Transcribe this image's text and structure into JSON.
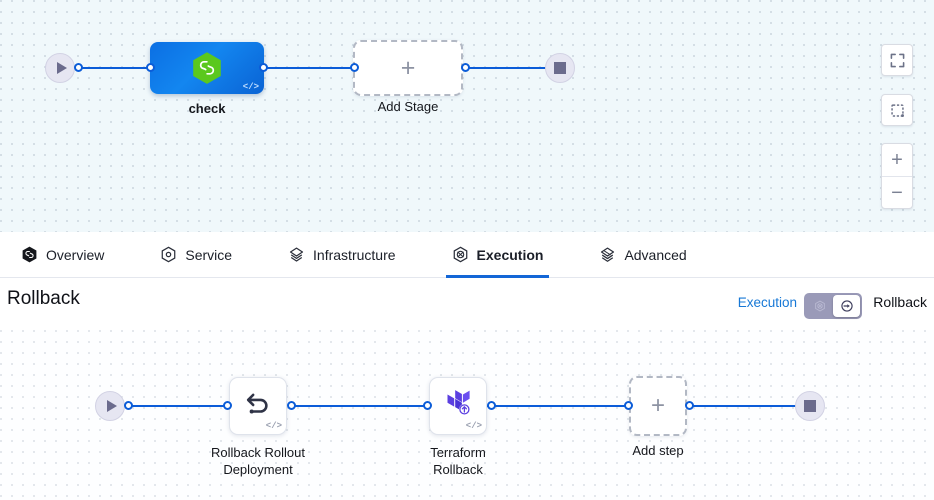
{
  "top_pipeline": {
    "start_node": {
      "name": "pipeline-start",
      "icon": "play-icon"
    },
    "end_node": {
      "name": "pipeline-end",
      "icon": "stop-icon"
    },
    "stages": [
      {
        "label": "check",
        "icon": "harness-hexagon-icon",
        "badge": "</>",
        "type": "stage"
      },
      {
        "label": "Add Stage",
        "icon": "plus-icon",
        "type": "add"
      }
    ]
  },
  "toolbar": {
    "buttons": [
      {
        "name": "fullscreen-button",
        "icon": "expand-corners-icon"
      },
      {
        "name": "fit-to-screen-button",
        "icon": "dashed-square-icon"
      },
      {
        "name": "zoom-in-button",
        "icon": "plus-icon",
        "label": "+"
      },
      {
        "name": "zoom-out-button",
        "icon": "minus-icon",
        "label": "−"
      }
    ]
  },
  "tabs": [
    {
      "label": "Overview",
      "icon": "harness-hexagon-filled-icon",
      "active": false
    },
    {
      "label": "Service",
      "icon": "service-hexagon-icon",
      "active": false
    },
    {
      "label": "Infrastructure",
      "icon": "infrastructure-layers-icon",
      "active": false
    },
    {
      "label": "Execution",
      "icon": "execution-icon",
      "active": true
    },
    {
      "label": "Advanced",
      "icon": "advanced-layers-icon",
      "active": false
    }
  ],
  "rollback_header": {
    "title": "Rollback",
    "execution_label": "Execution",
    "rollback_label": "Rollback",
    "toggle_left_icon": "execution-toggle-icon",
    "toggle_right_icon": "rollback-arrow-icon",
    "toggle_selected": "Rollback"
  },
  "rollback_pipeline": {
    "start_node": {
      "name": "rollback-start",
      "icon": "play-icon"
    },
    "end_node": {
      "name": "rollback-end",
      "icon": "stop-icon"
    },
    "steps": [
      {
        "label": "Rollback Rollout\nDeployment",
        "icon": "rollback-arrow-icon",
        "badge": "</>",
        "type": "step"
      },
      {
        "label": "Terraform\nRollback",
        "icon": "terraform-icon",
        "badge": "</>",
        "type": "step"
      },
      {
        "label": "Add step",
        "icon": "plus-icon",
        "type": "add"
      }
    ]
  },
  "colors": {
    "edge": "#0b5cd8",
    "accent": "#1366d6",
    "link": "#1778d6",
    "stage_blue": "#0d6fe0",
    "harness_green": "#5bc81e",
    "terraform_purple": "#5c4ee5",
    "terminal_fill": "#e6e6f2",
    "terminal_glyph": "#6b6b8d",
    "canvas_top": "#f0f8fb",
    "canvas_bottom": "#fdfeff"
  }
}
